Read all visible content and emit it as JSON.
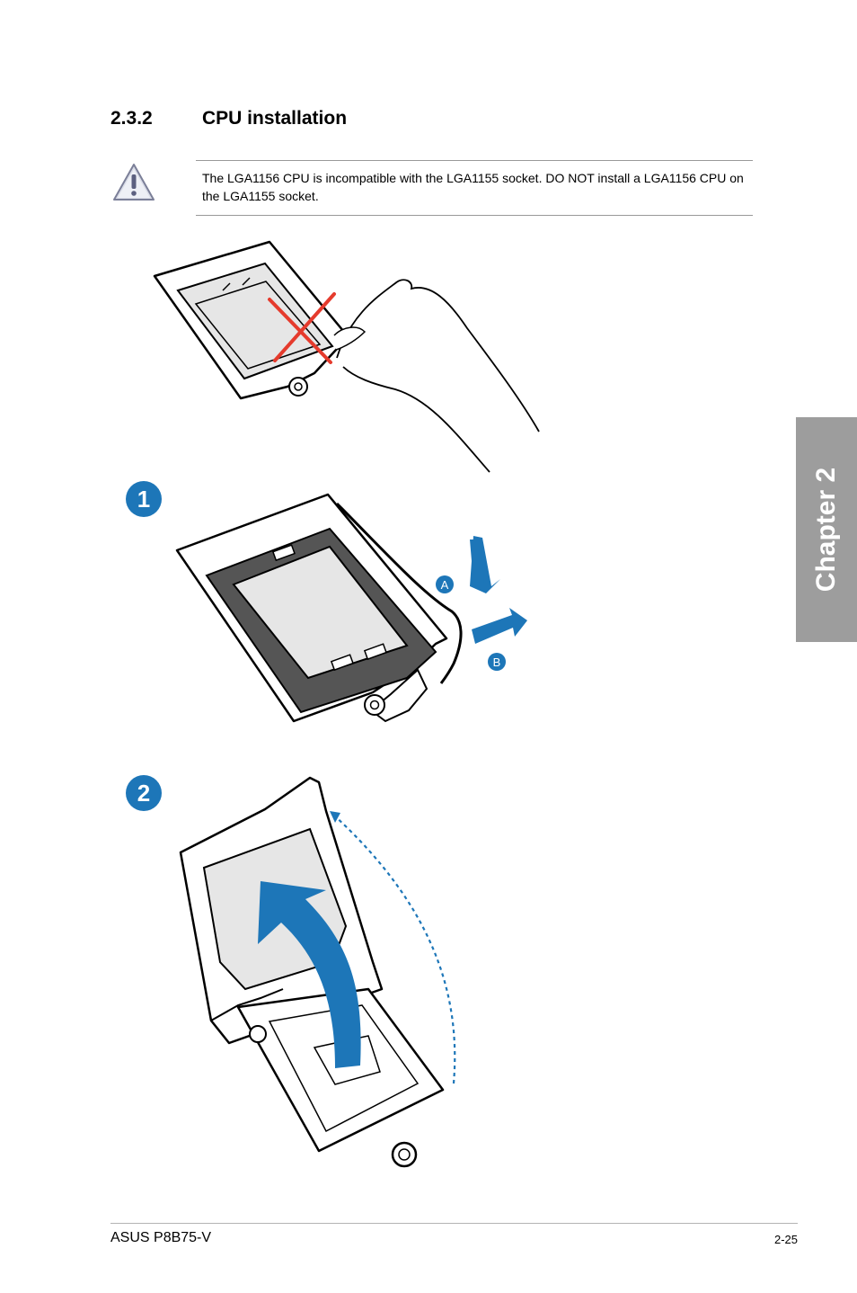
{
  "section": {
    "number": "2.3.2",
    "title": "CPU installation"
  },
  "warning": {
    "icon": "warning-triangle-icon",
    "text": "The LGA1156 CPU is incompatible with the LGA1155 socket. DO NOT install a LGA1156 CPU on the LGA1155 socket."
  },
  "chapter_tab": {
    "label": "Chapter 2",
    "color": "#9d9d9d"
  },
  "steps": {
    "step1": {
      "badge": "1",
      "sub_a": "A",
      "sub_b": "B"
    },
    "step2": {
      "badge": "2"
    }
  },
  "colors": {
    "accent": "#1d76b8",
    "cross": "#e53b2d"
  },
  "footer": {
    "product": "ASUS P8B75-V",
    "page": "2-25"
  }
}
